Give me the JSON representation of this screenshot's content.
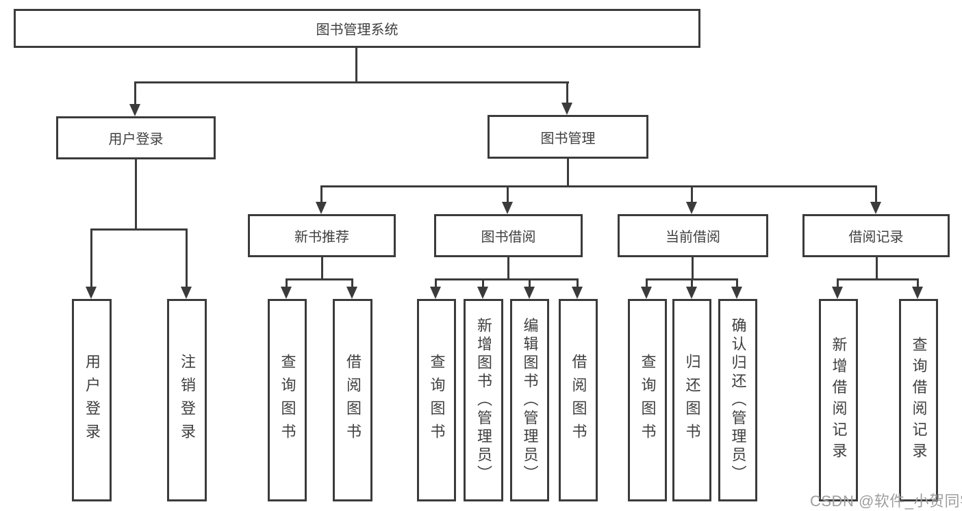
{
  "colors": {
    "line": "#3b3b3b",
    "text": "#3f3f3f",
    "watermark": "#9e9e9e",
    "background": "#ffffff"
  },
  "diagram": {
    "root": {
      "label": "图书管理系统"
    },
    "branches": [
      {
        "label": "用户登录",
        "children": [
          {
            "label": "用户登录"
          },
          {
            "label": "注销登录"
          }
        ]
      },
      {
        "label": "图书管理",
        "sections": [
          {
            "label": "新书推荐",
            "children": [
              {
                "label": "查询图书"
              },
              {
                "label": "借阅图书"
              }
            ]
          },
          {
            "label": "图书借阅",
            "children": [
              {
                "label": "查询图书"
              },
              {
                "label": "新增图书（管理员）"
              },
              {
                "label": "编辑图书（管理员）"
              },
              {
                "label": "借阅图书"
              }
            ]
          },
          {
            "label": "当前借阅",
            "children": [
              {
                "label": "查询图书"
              },
              {
                "label": "归还图书"
              },
              {
                "label": "确认归还（管理员）"
              }
            ]
          },
          {
            "label": "借阅记录",
            "children": [
              {
                "label": "新增借阅记录"
              },
              {
                "label": "查询借阅记录"
              }
            ]
          }
        ]
      }
    ]
  },
  "watermark": {
    "text": "CSDN @软件_小贺同学"
  }
}
